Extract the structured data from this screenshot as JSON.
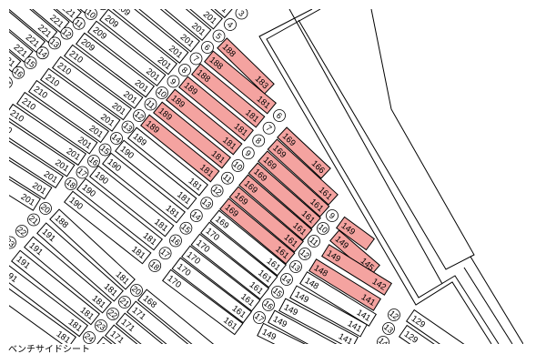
{
  "caption": "ベンチサイドシート",
  "highlight_color": "#f4a3a0",
  "blocks": [
    {
      "id": "L0",
      "rows": [
        {
          "row": 9,
          "end": "221"
        },
        {
          "row": 10,
          "end": "221"
        },
        {
          "row": 11,
          "end": "221"
        },
        {
          "row": 12,
          "end": "221"
        },
        {
          "row": 13,
          "end": "221"
        },
        {
          "row": 14,
          "end": "221"
        },
        {
          "row": 15,
          "end": "221"
        },
        {
          "row": 16,
          "end": "221"
        },
        {
          "row": 17,
          "end": "221"
        }
      ]
    },
    {
      "id": "L1",
      "rows": [
        {
          "row": 2,
          "start": "209",
          "end": "201"
        },
        {
          "row": 3,
          "start": "209",
          "end": "201"
        },
        {
          "row": 4,
          "start": "209",
          "end": "201"
        },
        {
          "row": 5,
          "start": "209",
          "end": "201"
        },
        {
          "row": 6,
          "start": "209",
          "end": "201"
        },
        {
          "row": 7,
          "start": "209",
          "end": "201"
        },
        {
          "row": 8,
          "start": "209",
          "end": "201"
        },
        {
          "row": 9,
          "start": "209",
          "end": "201"
        },
        {
          "row": 10,
          "start": "209",
          "end": "201"
        },
        {
          "row": 11,
          "start": "210",
          "end": "201"
        },
        {
          "row": 12,
          "start": "210",
          "end": "201"
        },
        {
          "row": 13,
          "start": "210",
          "end": "201"
        },
        {
          "row": 14,
          "start": "210",
          "end": "201"
        },
        {
          "row": 15,
          "start": "210",
          "end": "201"
        },
        {
          "row": 16,
          "start": "210",
          "end": "201"
        },
        {
          "row": 17,
          "start": "210",
          "end": "201"
        },
        {
          "row": 18,
          "start": "210",
          "end": "201"
        },
        {
          "row": 19,
          "start": "210",
          "end": "201"
        },
        {
          "row": 20,
          "start": "210",
          "end": "201"
        }
      ]
    },
    {
      "id": "A",
      "rows": [
        {
          "row": 6,
          "start": "188",
          "end": "183",
          "highlighted": true
        },
        {
          "row": 7,
          "start": "188",
          "end": "181",
          "highlighted": true
        },
        {
          "row": 8,
          "start": "188",
          "end": "181",
          "highlighted": true
        },
        {
          "row": 9,
          "start": "189",
          "end": "181",
          "highlighted": true
        },
        {
          "row": 10,
          "start": "189",
          "end": "181",
          "highlighted": true
        },
        {
          "row": 11,
          "start": "189",
          "end": "181",
          "highlighted": true
        },
        {
          "row": 12,
          "start": "189",
          "end": "181",
          "highlighted": true
        },
        {
          "row": 13,
          "start": "189",
          "end": "181",
          "highlighted": false
        },
        {
          "row": 14,
          "start": "190",
          "end": "181",
          "highlighted": false
        },
        {
          "row": 15,
          "start": "190",
          "end": "181",
          "highlighted": false
        },
        {
          "row": 16,
          "start": "190",
          "end": "181",
          "highlighted": false
        },
        {
          "row": 17,
          "start": "190",
          "end": "181",
          "highlighted": false
        },
        {
          "row": 18,
          "start": "190",
          "end": "181",
          "highlighted": false
        }
      ]
    },
    {
      "id": "A2",
      "rows": [
        {
          "row": 20,
          "start": "188",
          "end": "181"
        },
        {
          "row": 21,
          "start": "191",
          "end": "181"
        },
        {
          "row": 22,
          "start": "191",
          "end": "181"
        },
        {
          "row": 23,
          "start": "191",
          "end": "181"
        },
        {
          "row": 24,
          "start": "191",
          "end": "181"
        },
        {
          "row": 25,
          "start": "191",
          "end": "181"
        }
      ]
    },
    {
      "id": "B",
      "rows": [
        {
          "row": 6,
          "start": "169",
          "end": "166",
          "highlighted": true
        },
        {
          "row": 7,
          "start": "169",
          "end": "161",
          "highlighted": true
        },
        {
          "row": 8,
          "start": "169",
          "end": "161",
          "highlighted": true
        },
        {
          "row": 9,
          "start": "169",
          "end": "161",
          "highlighted": true
        },
        {
          "row": 10,
          "start": "169",
          "end": "161",
          "highlighted": true
        },
        {
          "row": 11,
          "start": "169",
          "end": "161",
          "highlighted": true
        },
        {
          "row": 12,
          "start": "169",
          "end": "161",
          "highlighted": true
        },
        {
          "row": 13,
          "start": "169",
          "end": "161",
          "highlighted": false
        },
        {
          "row": 14,
          "start": "170",
          "end": "161",
          "highlighted": false
        },
        {
          "row": 15,
          "start": "170",
          "end": "161",
          "highlighted": false
        },
        {
          "row": 16,
          "start": "170",
          "end": "161",
          "highlighted": false
        },
        {
          "row": 17,
          "start": "170",
          "end": "161",
          "highlighted": false
        },
        {
          "row": 18,
          "start": "170",
          "end": "161",
          "highlighted": false
        }
      ]
    },
    {
      "id": "B2",
      "rows": [
        {
          "row": 20,
          "start": "168"
        },
        {
          "row": 21,
          "start": "171"
        },
        {
          "row": 22,
          "start": "171"
        },
        {
          "row": 23,
          "start": "171"
        },
        {
          "row": 24,
          "start": "171"
        }
      ]
    },
    {
      "id": "C",
      "rows": [
        {
          "row": 9,
          "start": "149",
          "highlighted": true
        },
        {
          "row": 10,
          "start": "149",
          "end": "145",
          "highlighted": true
        },
        {
          "row": 11,
          "start": "149",
          "end": "142",
          "highlighted": true
        },
        {
          "row": 12,
          "start": "148",
          "end": "141",
          "highlighted": true
        },
        {
          "row": 13,
          "start": "148",
          "end": "141",
          "highlighted": false
        },
        {
          "row": 14,
          "start": "149",
          "end": "141",
          "highlighted": false
        },
        {
          "row": 15,
          "start": "149",
          "end": "141",
          "highlighted": false
        },
        {
          "row": 16,
          "start": "149",
          "end": "141",
          "highlighted": false
        },
        {
          "row": 17,
          "start": "149",
          "end": "141",
          "highlighted": false
        }
      ]
    },
    {
      "id": "D",
      "rows": [
        {
          "row": 12,
          "start": "129"
        },
        {
          "row": 13,
          "start": "129"
        }
      ]
    }
  ],
  "row_markers": [
    {
      "id": "L0",
      "numbers": [
        9,
        10,
        11,
        12,
        13,
        14,
        15,
        16,
        17
      ]
    },
    {
      "id": "A",
      "numbers": [
        3,
        4,
        5,
        6,
        7,
        8,
        9,
        10,
        11,
        12,
        13,
        14,
        15,
        16,
        17,
        18
      ]
    },
    {
      "id": "A2",
      "numbers": [
        20,
        21,
        22,
        23
      ]
    },
    {
      "id": "B",
      "numbers": [
        6,
        7,
        8,
        9,
        10,
        11,
        12,
        13,
        14,
        15,
        16,
        17,
        18
      ]
    },
    {
      "id": "B2",
      "numbers": [
        20,
        21,
        22,
        23,
        24
      ]
    },
    {
      "id": "C",
      "numbers": [
        9,
        10,
        11,
        12,
        13,
        14,
        15,
        16,
        17
      ]
    },
    {
      "id": "D",
      "numbers": [
        12,
        13,
        14
      ]
    }
  ]
}
